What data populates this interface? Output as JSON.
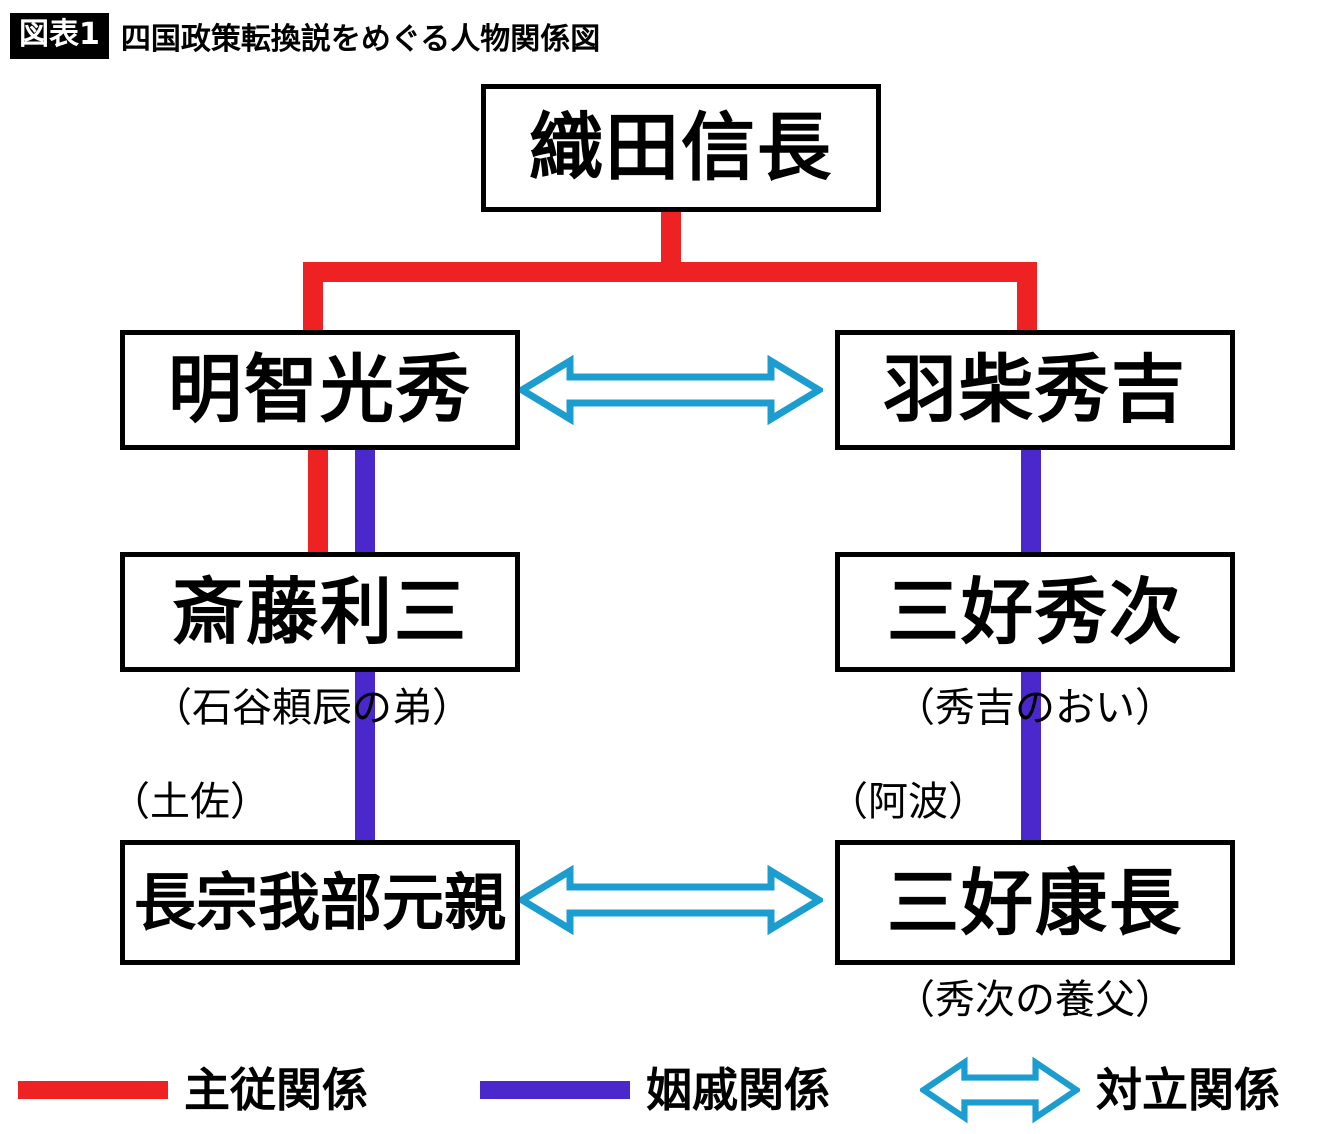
{
  "header": {
    "badge": "図表1",
    "title": "四国政策転換説をめぐる人物関係図"
  },
  "diagram": {
    "type": "relationship-chart",
    "nodes": [
      {
        "id": "nobunaga",
        "label": "織田信長",
        "caption_above": "",
        "caption_below": ""
      },
      {
        "id": "mitsuhide",
        "label": "明智光秀",
        "caption_above": "",
        "caption_below": ""
      },
      {
        "id": "hideyoshi",
        "label": "羽柴秀吉",
        "caption_above": "",
        "caption_below": ""
      },
      {
        "id": "toshimitsu",
        "label": "斎藤利三",
        "caption_above": "",
        "caption_below": "（石谷頼辰の弟）"
      },
      {
        "id": "hidetsugu",
        "label": "三好秀次",
        "caption_above": "",
        "caption_below": "（秀吉のおい）"
      },
      {
        "id": "motochika",
        "label": "長宗我部元親",
        "caption_above": "（土佐）",
        "caption_below": ""
      },
      {
        "id": "yasunaga",
        "label": "三好康長",
        "caption_above": "（阿波）",
        "caption_below": "（秀次の養父）"
      }
    ],
    "edges": [
      {
        "from": "nobunaga",
        "to": "mitsuhide",
        "relation": "主従関係",
        "style": "red-line"
      },
      {
        "from": "nobunaga",
        "to": "hideyoshi",
        "relation": "主従関係",
        "style": "red-line"
      },
      {
        "from": "mitsuhide",
        "to": "toshimitsu",
        "relation": "主従関係",
        "style": "red-line"
      },
      {
        "from": "mitsuhide",
        "to": "toshimitsu",
        "relation": "姻戚関係",
        "style": "purple-line"
      },
      {
        "from": "hideyoshi",
        "to": "hidetsugu",
        "relation": "姻戚関係",
        "style": "purple-line"
      },
      {
        "from": "toshimitsu",
        "to": "motochika",
        "relation": "姻戚関係",
        "style": "purple-line"
      },
      {
        "from": "hidetsugu",
        "to": "yasunaga",
        "relation": "姻戚関係",
        "style": "purple-line"
      },
      {
        "from": "mitsuhide",
        "to": "hideyoshi",
        "relation": "対立関係",
        "style": "cyan-double-arrow"
      },
      {
        "from": "motochika",
        "to": "yasunaga",
        "relation": "対立関係",
        "style": "cyan-double-arrow"
      }
    ]
  },
  "legend": {
    "items": [
      {
        "label": "主従関係",
        "symbol": "red-line",
        "color": "#ee2222"
      },
      {
        "label": "姻戚関係",
        "symbol": "purple-line",
        "color": "#4b28cc"
      },
      {
        "label": "対立関係",
        "symbol": "cyan-double-arrow",
        "color": "#1b9dd0"
      }
    ]
  },
  "colors": {
    "red": "#ee2222",
    "purple": "#4b28cc",
    "cyan": "#1b9dd0",
    "box_border": "#000000",
    "background": "#ffffff"
  }
}
